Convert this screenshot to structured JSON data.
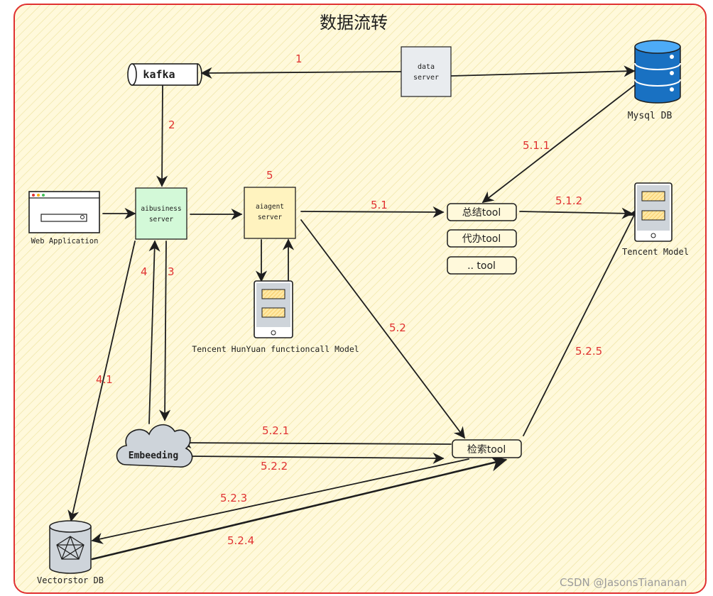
{
  "title": "数据流转",
  "nodes": {
    "kafka": "kafka",
    "data_server": [
      "data",
      "server"
    ],
    "mysql": "Mysql DB",
    "web_app": "Web Application",
    "aibusiness": [
      "aibusiness",
      "server"
    ],
    "aiagent": [
      "aiagent",
      "server"
    ],
    "tool_summary": "总结tool",
    "tool_todo": "代办tool",
    "tool_etc": ".. tool",
    "tencent_model": "Tencent Model",
    "hunyuan": "Tencent HunYuan functioncall Model",
    "embedding": "Embeeding",
    "tool_search": "检索tool",
    "vector_db": "Vectorstor DB"
  },
  "edge_labels": {
    "e1": "1",
    "e2": "2",
    "e3": "3",
    "e4": "4",
    "e41": "4.1",
    "e5": "5",
    "e51": "5.1",
    "e511": "5.1.1",
    "e512": "5.1.2",
    "e52": "5.2",
    "e521": "5.2.1",
    "e522": "5.2.2",
    "e523": "5.2.3",
    "e524": "5.2.4",
    "e525": "5.2.5"
  },
  "watermark": "CSDN @JasonsTiananan",
  "colors": {
    "frame": "#e03131",
    "background": "#fff9db",
    "label_red": "#e03131",
    "server_gray": "#e9ecef",
    "aibusiness_fill": "#d3f9d8",
    "aiagent_fill": "#fff3bf",
    "mysql_blue": "#1971c2",
    "cloud_fill": "#ced4da"
  }
}
